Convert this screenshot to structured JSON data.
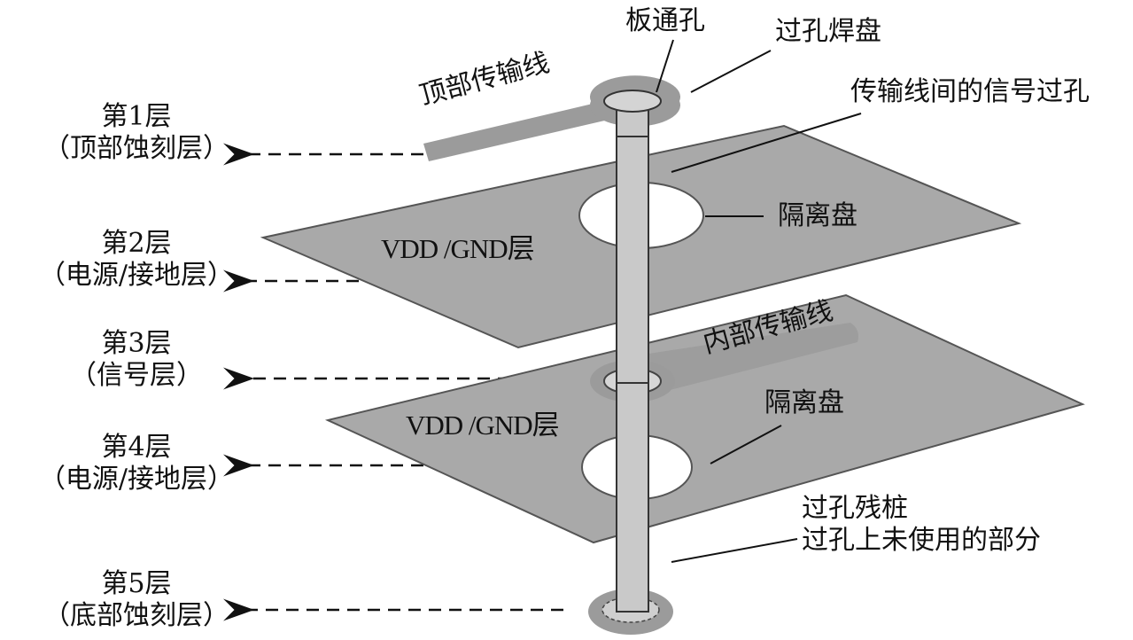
{
  "diagram": {
    "colors": {
      "plane": "#a9a9a9",
      "plane_edge": "#555555",
      "pad": "#9b9b9b",
      "via_barrel": "#c9c9c9",
      "antipad": "#ffffff",
      "text": "#111111"
    },
    "layers": [
      {
        "id": "layer1",
        "name": "第1层",
        "desc": "（顶部蚀刻层）"
      },
      {
        "id": "layer2",
        "name": "第2层",
        "desc": "（电源/接地层）"
      },
      {
        "id": "layer3",
        "name": "第3层",
        "desc": "（信号层）"
      },
      {
        "id": "layer4",
        "name": "第4层",
        "desc": "（电源/接地层）"
      },
      {
        "id": "layer5",
        "name": "第5层",
        "desc": "（底部蚀刻层）"
      }
    ],
    "callouts": {
      "through_hole": "板通孔",
      "via_pad": "过孔焊盘",
      "top_trace": "顶部传输线",
      "signal_via": "传输线间的信号过孔",
      "antipad_1": "隔离盘",
      "plane_1": "VDD /GND层",
      "inner_trace": "内部传输线",
      "antipad_2": "隔离盘",
      "plane_2": "VDD /GND层",
      "stub_title": "过孔残桩",
      "stub_desc": "过孔上未使用的部分"
    }
  }
}
